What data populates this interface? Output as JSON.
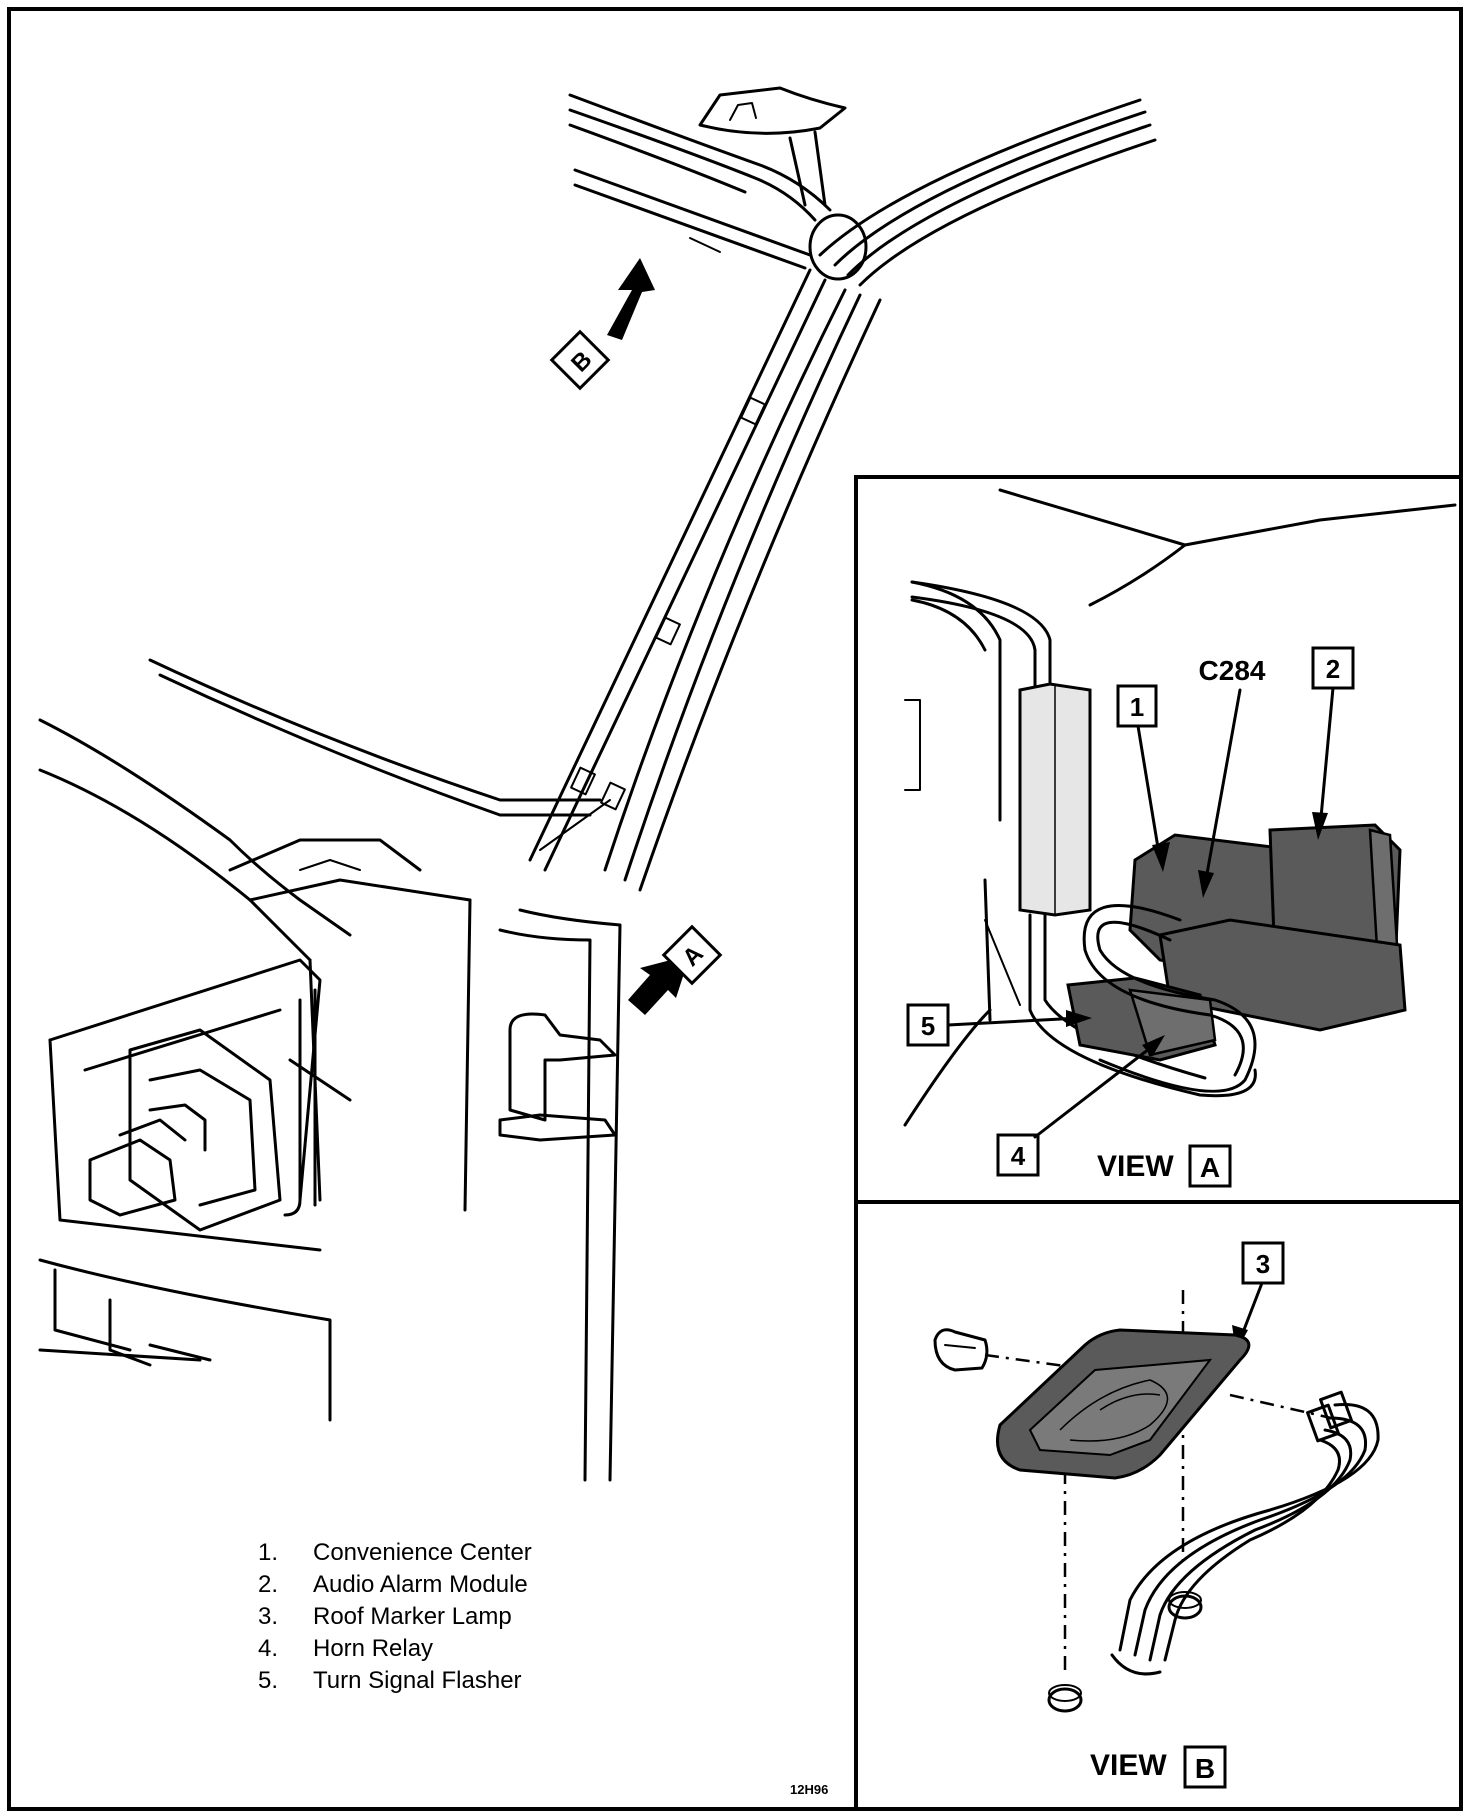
{
  "callouts": {
    "c1": "1",
    "c2": "2",
    "c3": "3",
    "c4": "4",
    "c5": "5",
    "connector": "C284",
    "arrow_a": "A",
    "arrow_b": "B"
  },
  "view_a": {
    "word": "VIEW",
    "letter": "A"
  },
  "view_b": {
    "word": "VIEW",
    "letter": "B"
  },
  "legend": [
    {
      "num": "1.",
      "text": "Convenience Center"
    },
    {
      "num": "2.",
      "text": "Audio Alarm Module"
    },
    {
      "num": "3.",
      "text": "Roof Marker Lamp"
    },
    {
      "num": "4.",
      "text": "Horn Relay"
    },
    {
      "num": "5.",
      "text": "Turn Signal Flasher"
    }
  ],
  "figure_code": "12H96"
}
